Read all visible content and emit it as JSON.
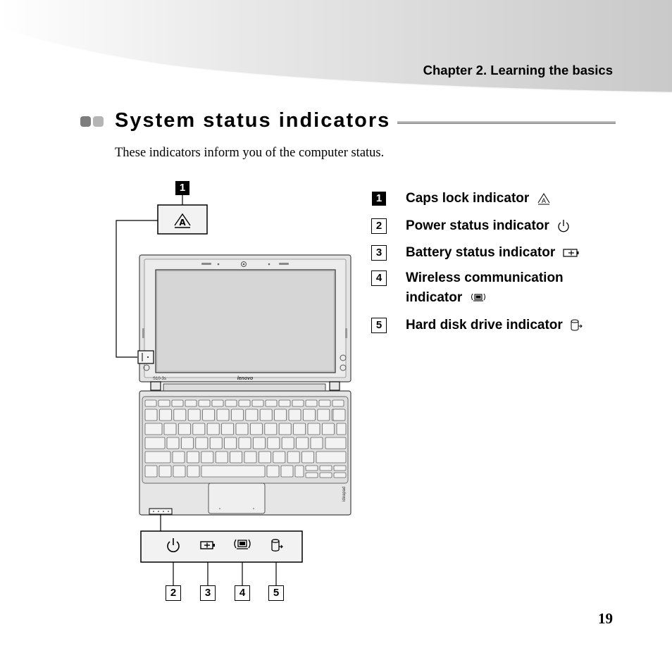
{
  "header": {
    "chapter": "Chapter 2. Learning the basics"
  },
  "section": {
    "title": "System status indicators"
  },
  "intro": "These indicators inform you of the computer status.",
  "legend": [
    {
      "num": "1",
      "label": "Caps lock indicator",
      "icon": "caps-lock-icon"
    },
    {
      "num": "2",
      "label": "Power status indicator",
      "icon": "power-icon"
    },
    {
      "num": "3",
      "label": "Battery status indicator",
      "icon": "battery-icon"
    },
    {
      "num": "4",
      "label_line1": "Wireless communication",
      "label_line2": "indicator",
      "icon": "wireless-icon"
    },
    {
      "num": "5",
      "label": "Hard disk drive indicator",
      "icon": "hard-disk-icon"
    }
  ],
  "figure": {
    "brand": "lenovo",
    "model": "S10-3s",
    "series": "ideapad",
    "callouts": [
      "1",
      "2",
      "3",
      "4",
      "5"
    ]
  },
  "page_number": "19"
}
